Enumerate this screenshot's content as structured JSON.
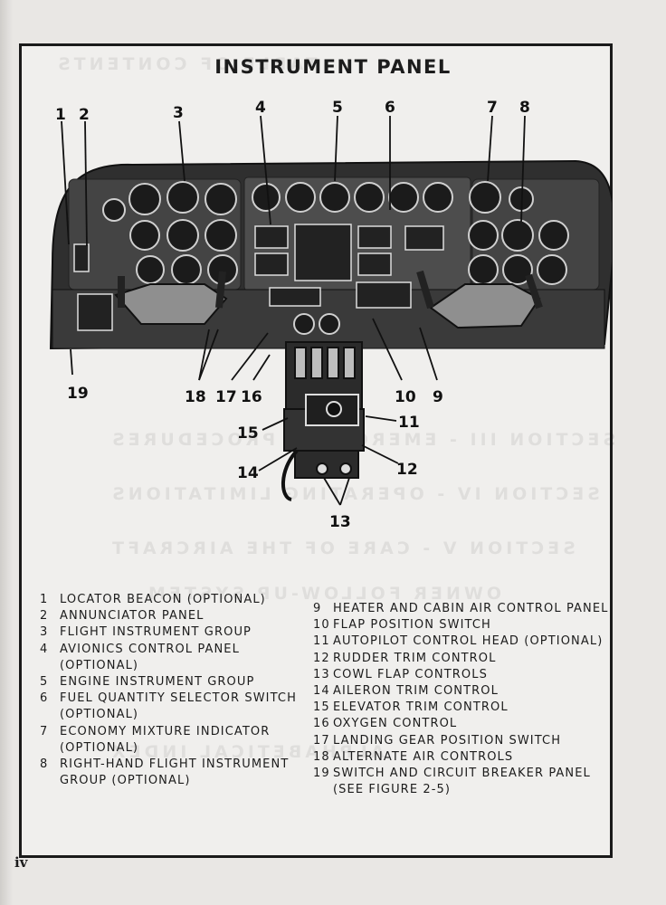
{
  "page": {
    "title": "INSTRUMENT PANEL",
    "page_number": "iv"
  },
  "callouts": [
    "1",
    "2",
    "3",
    "4",
    "5",
    "6",
    "7",
    "8",
    "9",
    "10",
    "11",
    "12",
    "13",
    "14",
    "15",
    "16",
    "17",
    "18",
    "19"
  ],
  "legend": [
    {
      "num": "1",
      "text": "LOCATOR BEACON (OPTIONAL)"
    },
    {
      "num": "2",
      "text": "ANNUNCIATOR PANEL"
    },
    {
      "num": "3",
      "text": "FLIGHT INSTRUMENT GROUP"
    },
    {
      "num": "4",
      "text": "AVIONICS CONTROL PANEL\n(OPTIONAL)"
    },
    {
      "num": "5",
      "text": "ENGINE INSTRUMENT GROUP"
    },
    {
      "num": "6",
      "text": "FUEL QUANTITY SELECTOR SWITCH\n(OPTIONAL)"
    },
    {
      "num": "7",
      "text": "ECONOMY MIXTURE INDICATOR\n(OPTIONAL)"
    },
    {
      "num": "8",
      "text": "RIGHT-HAND FLIGHT INSTRUMENT\nGROUP  (OPTIONAL)"
    },
    {
      "num": "9",
      "text": "HEATER AND CABIN AIR CONTROL PANEL"
    },
    {
      "num": "10",
      "text": "FLAP POSITION SWITCH"
    },
    {
      "num": "11",
      "text": "AUTOPILOT CONTROL HEAD (OPTIONAL)"
    },
    {
      "num": "12",
      "text": "RUDDER TRIM CONTROL"
    },
    {
      "num": "13",
      "text": "COWL FLAP CONTROLS"
    },
    {
      "num": "14",
      "text": "AILERON TRIM CONTROL"
    },
    {
      "num": "15",
      "text": "ELEVATOR TRIM CONTROL"
    },
    {
      "num": "16",
      "text": "OXYGEN CONTROL"
    },
    {
      "num": "17",
      "text": "LANDING GEAR POSITION SWITCH"
    },
    {
      "num": "18",
      "text": "ALTERNATE AIR CONTROLS"
    },
    {
      "num": "19",
      "text": "SWITCH AND CIRCUIT BREAKER PANEL\n(SEE FIGURE 2-5)"
    }
  ],
  "show_through": [
    "TABLE OF CONTENTS",
    "SECTION III  -  EMERGENCY PROCEDURES",
    "SECTION IV  -  OPERATING LIMITATIONS",
    "SECTION V  -  CARE OF THE AIRCRAFT",
    "OWNER FOLLOW-UP SYSTEM",
    "ALPHABETICAL INDEX"
  ],
  "colors": {
    "panel": "#2f2f2f",
    "ink": "#1c1c1c",
    "paper": "#e9e7e4"
  }
}
